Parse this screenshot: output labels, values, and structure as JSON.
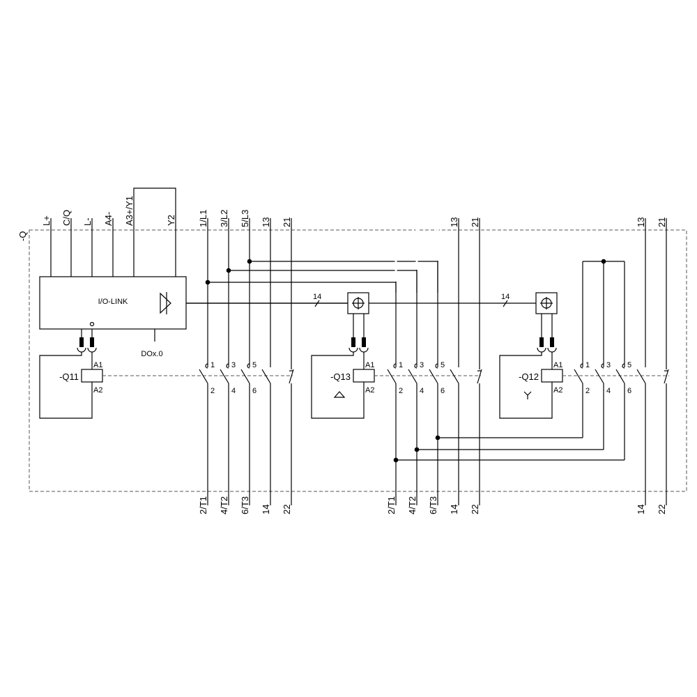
{
  "device_label": "-Q",
  "io_module": {
    "title": "I/O-LINK",
    "terminals": [
      "L+",
      "C/Q",
      "L-",
      "A4-",
      "A3+/Y1",
      "Y2"
    ],
    "output_label": "DOx.0"
  },
  "contactors": [
    {
      "name": "-Q11",
      "coil_top": "A1",
      "coil_bottom": "A2",
      "symbol": "none",
      "top_terminals": [
        "1/L1",
        "3/L2",
        "5/L3",
        "13",
        "21"
      ],
      "bottom_terminals": [
        "2/T1",
        "4/T2",
        "6/T3",
        "14",
        "22"
      ]
    },
    {
      "name": "-Q13",
      "coil_top": "A1",
      "coil_bottom": "A2",
      "symbol": "delta",
      "top_terminals": [
        "13",
        "21"
      ],
      "bottom_terminals": [
        "2/T1",
        "4/T2",
        "6/T3",
        "14",
        "22"
      ]
    },
    {
      "name": "-Q12",
      "coil_top": "A1",
      "coil_bottom": "A2",
      "symbol": "star",
      "top_terminals": [
        "13",
        "21"
      ],
      "bottom_terminals": [
        "14",
        "22"
      ]
    }
  ],
  "contact_numbers": {
    "top": [
      "1",
      "3",
      "5"
    ],
    "bottom": [
      "2",
      "4",
      "6"
    ]
  },
  "bus_marker": "14"
}
